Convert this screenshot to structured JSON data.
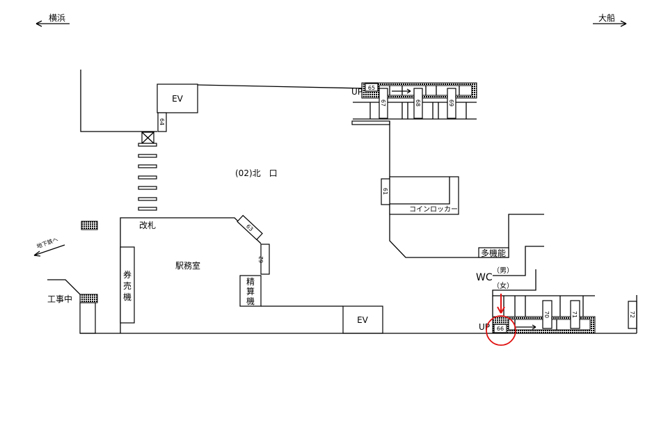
{
  "directions": {
    "left": "横浜",
    "right": "大船"
  },
  "labels": {
    "north_exit": "(02)北　口",
    "gate": "改札",
    "station_office": "駅務室",
    "ticket_machine": [
      "券",
      "売",
      "機"
    ],
    "fare_adjust": [
      "精",
      "算",
      "機"
    ],
    "subway": "地下鉄へ",
    "construction": "工事中",
    "ev_top": "EV",
    "ev_bottom": "EV",
    "coin_locker": "コインロッカー",
    "multi_toilet": "多機能",
    "wc": "WC",
    "wc_male": "（男）",
    "wc_female": "（女）",
    "up_top": "UP",
    "up_bottom": "UP"
  },
  "numbers": {
    "n61": "61",
    "n62": "62",
    "n63": "63",
    "n64": "64",
    "n65": "65",
    "n66": "66",
    "n67": "67",
    "n68": "68",
    "n69": "69",
    "n70": "70",
    "n71": "71",
    "n72": "72"
  },
  "colors": {
    "highlight": "#e01010"
  }
}
